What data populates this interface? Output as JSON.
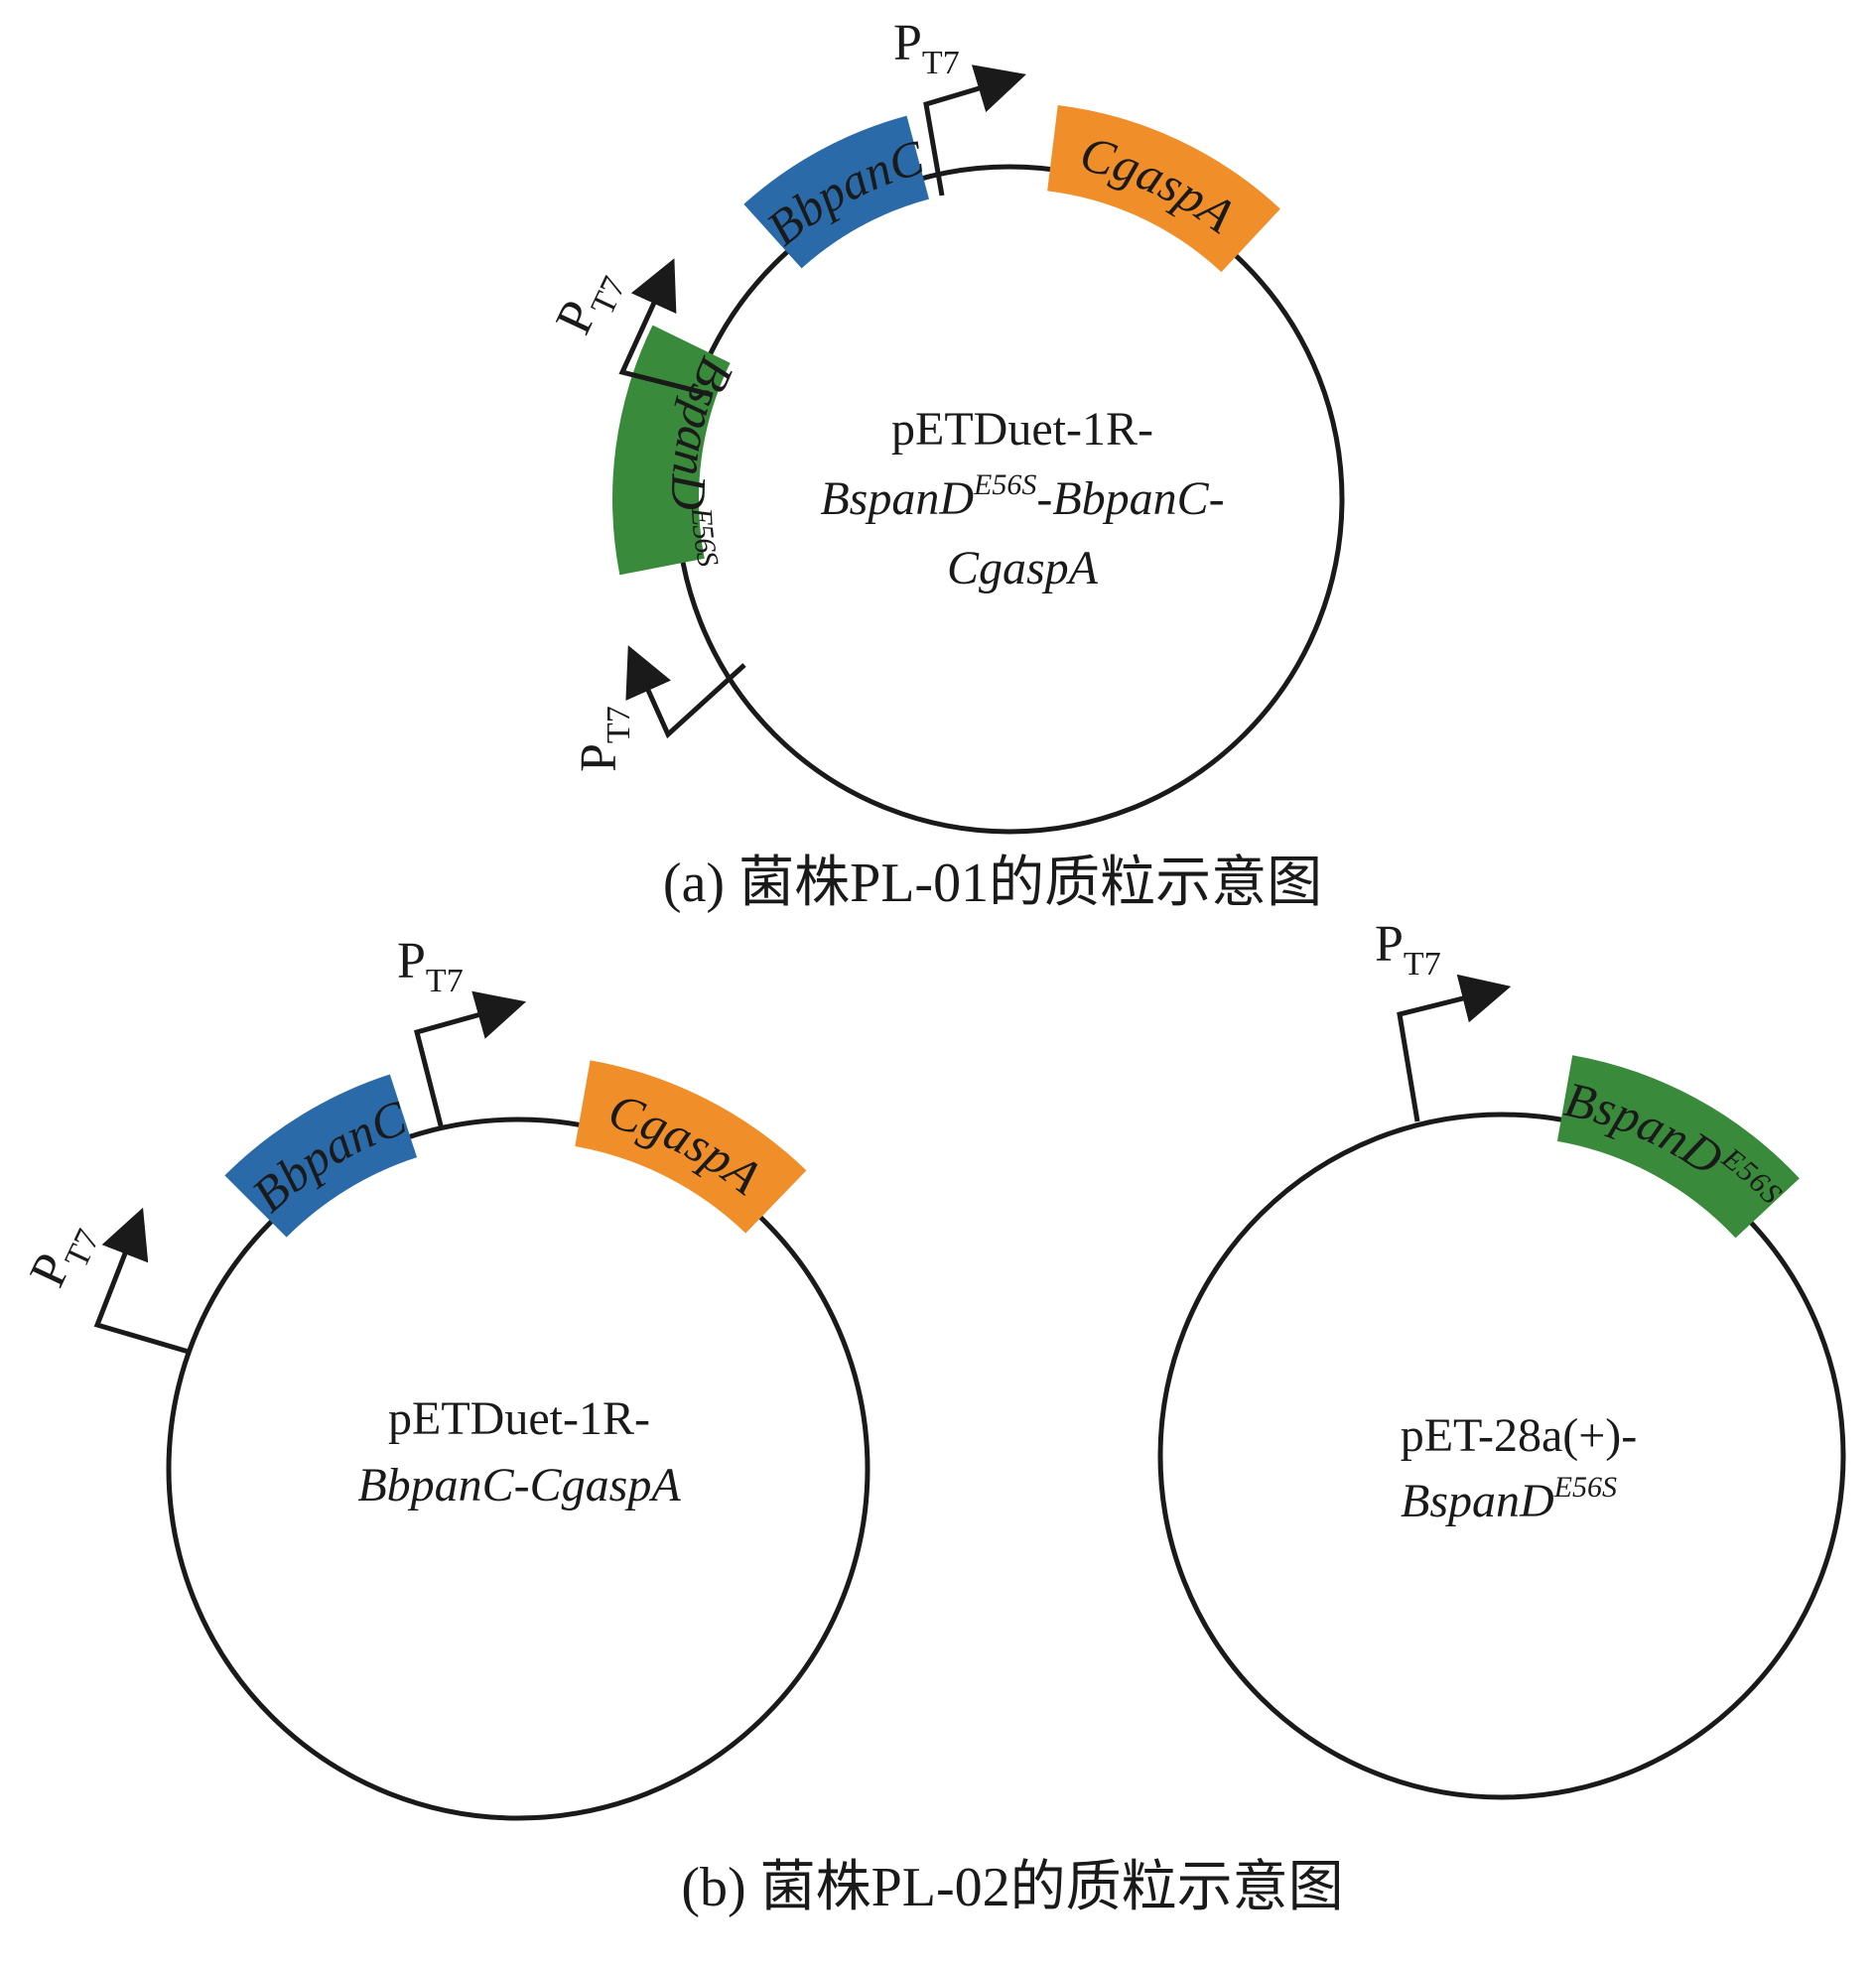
{
  "colors": {
    "outline": "#1a1a1a",
    "blue": "#2a6aa8",
    "orange": "#f08e2a",
    "green": "#3a8a3c"
  },
  "genes": {
    "bbpanc": "BbpanC",
    "cgaspa": "CgaspA",
    "bspand": "BspanD",
    "bspand_sup": "E56S"
  },
  "promoter": {
    "letter": "P",
    "sub": "T7"
  },
  "panel_a": {
    "caption": "(a) 菌株PL-01的质粒示意图",
    "plasmid": {
      "line1": "pETDuet-1R-",
      "line2_a": "BspanD",
      "line2_sup": "E56S",
      "line2_b": "-BbpanC-",
      "line3": "CgaspA"
    }
  },
  "panel_b": {
    "caption": "(b) 菌株PL-02的质粒示意图",
    "plasmid1": {
      "line1": "pETDuet-1R-",
      "line2": "BbpanC-CgaspA"
    },
    "plasmid2": {
      "line1": "pET-28a(+)-",
      "line2_a": "BspanD",
      "line2_sup": "E56S"
    }
  }
}
